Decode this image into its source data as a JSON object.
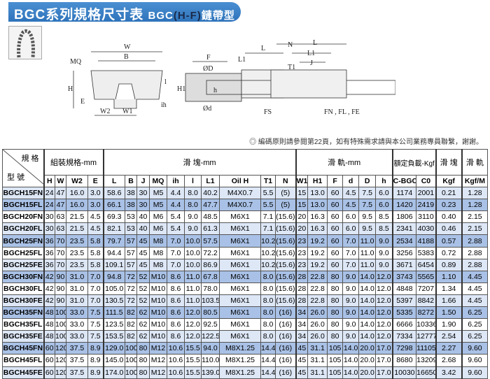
{
  "title": {
    "main": "BGC系列規格尺寸表",
    "sub_prefix": "BGC",
    "sub_mid": "(H-F)",
    "sub_suffix": "鏈帶型"
  },
  "drawing_labels": {
    "W": "W",
    "B": "B",
    "MQ": "MQ",
    "H": "H",
    "E": "E",
    "W2": "W2",
    "W1": "W1",
    "ih": "ih",
    "l": "l",
    "F": "F",
    "D": "ØD",
    "d": "Ød",
    "H1": "H1",
    "h": "h",
    "L1": "L1",
    "L": "L",
    "N": "N",
    "T1": "T1",
    "J": "J",
    "FS": "FS",
    "FNFLFE": "FN , FL , FE"
  },
  "note": "◎ 編碼原則請參閱第22頁，如有特殊需求請與本公司業務專員聯繫，謝謝。",
  "table": {
    "corner_top": "規 格",
    "corner_bottom": "型 號",
    "groups": [
      "組裝規格-mm",
      "滑 塊-mm",
      "滑 軌-mm",
      "額定負載-Kgf",
      "滑 塊",
      "滑 軌"
    ],
    "columns": [
      "H",
      "W",
      "W2",
      "E",
      "L",
      "B",
      "J",
      "MQ",
      "ih",
      "l",
      "L1",
      "Oil H",
      "T1",
      "N",
      "W1",
      "H1",
      "F",
      "d",
      "D",
      "h",
      "C-BGC",
      "C0",
      "Kgf",
      "Kgf/M"
    ],
    "rows": [
      [
        "BGCH15FN",
        "24",
        "47",
        "16.0",
        "3.0",
        "58.6",
        "38",
        "30",
        "M5",
        "4.4",
        "8.0",
        "40.2",
        "M4X0.7",
        "5.5",
        "(5)",
        "15",
        "13.0",
        "60",
        "4.5",
        "7.5",
        "6.0",
        "1174",
        "2001",
        "0.21",
        "1.28"
      ],
      [
        "BGCH15FL",
        "24",
        "47",
        "16.0",
        "3.0",
        "66.1",
        "38",
        "30",
        "M5",
        "4.4",
        "8.0",
        "47.7",
        "M4X0.7",
        "5.5",
        "(5)",
        "15",
        "13.0",
        "60",
        "4.5",
        "7.5",
        "6.0",
        "1420",
        "2419",
        "0.23",
        "1.28"
      ],
      [
        "BGCH20FN",
        "30",
        "63",
        "21.5",
        "4.5",
        "69.3",
        "53",
        "40",
        "M6",
        "5.4",
        "9.0",
        "48.5",
        "M6X1",
        "7.1",
        "(15.6)",
        "20",
        "16.3",
        "60",
        "6.0",
        "9.5",
        "8.5",
        "1806",
        "3110",
        "0.40",
        "2.15"
      ],
      [
        "BGCH20FL",
        "30",
        "63",
        "21.5",
        "4.5",
        "82.1",
        "53",
        "40",
        "M6",
        "5.4",
        "9.0",
        "61.3",
        "M6X1",
        "7.1",
        "(15.6)",
        "20",
        "16.3",
        "60",
        "6.0",
        "9.5",
        "8.5",
        "2341",
        "4030",
        "0.46",
        "2.15"
      ],
      [
        "BGCH25FN",
        "36",
        "70",
        "23.5",
        "5.8",
        "79.7",
        "57",
        "45",
        "M8",
        "7.0",
        "10.0",
        "57.5",
        "M6X1",
        "10.2",
        "(15.6)",
        "23",
        "19.2",
        "60",
        "7.0",
        "11.0",
        "9.0",
        "2534",
        "4188",
        "0.57",
        "2.88"
      ],
      [
        "BGCH25FL",
        "36",
        "70",
        "23.5",
        "5.8",
        "94.4",
        "57",
        "45",
        "M8",
        "7.0",
        "10.0",
        "72.2",
        "M6X1",
        "10.2",
        "(15.6)",
        "23",
        "19.2",
        "60",
        "7.0",
        "11.0",
        "9.0",
        "3256",
        "5383",
        "0.72",
        "2.88"
      ],
      [
        "BGCH25FE",
        "36",
        "70",
        "23.5",
        "5.8",
        "109.1",
        "57",
        "45",
        "M8",
        "7.0",
        "10.0",
        "86.9",
        "M6X1",
        "10.2",
        "(15.6)",
        "23",
        "19.2",
        "60",
        "7.0",
        "11.0",
        "9.0",
        "3671",
        "6454",
        "0.89",
        "2.88"
      ],
      [
        "BGCH30FN",
        "42",
        "90",
        "31.0",
        "7.0",
        "94.8",
        "72",
        "52",
        "M10",
        "8.6",
        "11.0",
        "67.8",
        "M6X1",
        "8.0",
        "(15.6)",
        "28",
        "22.8",
        "80",
        "9.0",
        "14.0",
        "12.0",
        "3743",
        "5565",
        "1.10",
        "4.45"
      ],
      [
        "BGCH30FL",
        "42",
        "90",
        "31.0",
        "7.0",
        "105.0",
        "72",
        "52",
        "M10",
        "8.6",
        "11.0",
        "78.0",
        "M6X1",
        "8.0",
        "(15.6)",
        "28",
        "22.8",
        "80",
        "9.0",
        "14.0",
        "12.0",
        "4848",
        "7207",
        "1.34",
        "4.45"
      ],
      [
        "BGCH30FE",
        "42",
        "90",
        "31.0",
        "7.0",
        "130.5",
        "72",
        "52",
        "M10",
        "8.6",
        "11.0",
        "103.5",
        "M6X1",
        "8.0",
        "(15.6)",
        "28",
        "22.8",
        "80",
        "9.0",
        "14.0",
        "12.0",
        "5397",
        "8842",
        "1.66",
        "4.45"
      ],
      [
        "BGCH35FN",
        "48",
        "100",
        "33.0",
        "7.5",
        "111.5",
        "82",
        "62",
        "M10",
        "8.6",
        "12.0",
        "80.5",
        "M6X1",
        "8.0",
        "(16)",
        "34",
        "26.0",
        "80",
        "9.0",
        "14.0",
        "12.0",
        "5335",
        "8272",
        "1.50",
        "6.25"
      ],
      [
        "BGCH35FL",
        "48",
        "100",
        "33.0",
        "7.5",
        "123.5",
        "82",
        "62",
        "M10",
        "8.6",
        "12.0",
        "92.5",
        "M6X1",
        "8.0",
        "(16)",
        "34",
        "26.0",
        "80",
        "9.0",
        "14.0",
        "12.0",
        "6666",
        "10336",
        "1.90",
        "6.25"
      ],
      [
        "BGCH35FE",
        "48",
        "100",
        "33.0",
        "7.5",
        "153.5",
        "82",
        "62",
        "M10",
        "8.6",
        "12.0",
        "122.5",
        "M6X1",
        "8.0",
        "(16)",
        "34",
        "26.0",
        "80",
        "9.0",
        "14.0",
        "12.0",
        "7334",
        "12777",
        "2.54",
        "6.25"
      ],
      [
        "BGCH45FN",
        "60",
        "120",
        "37.5",
        "8.9",
        "129.0",
        "100",
        "80",
        "M12",
        "10.6",
        "15.5",
        "94.0",
        "M8X1.25",
        "14.4",
        "(16)",
        "45",
        "31.1",
        "105",
        "14.0",
        "20.0",
        "17.0",
        "7298",
        "11105",
        "2.27",
        "9.60"
      ],
      [
        "BGCH45FL",
        "60",
        "120",
        "37.5",
        "8.9",
        "145.0",
        "100",
        "80",
        "M12",
        "10.6",
        "15.5",
        "110.0",
        "M8X1.25",
        "14.4",
        "(16)",
        "45",
        "31.1",
        "105",
        "14.0",
        "20.0",
        "17.0",
        "8680",
        "13209",
        "2.68",
        "9.60"
      ],
      [
        "BGCH45FE",
        "60",
        "120",
        "37.5",
        "8.9",
        "174.0",
        "100",
        "80",
        "M12",
        "10.6",
        "15.5",
        "139.0",
        "M8X1.25",
        "14.4",
        "(16)",
        "45",
        "31.1",
        "105",
        "14.0",
        "20.0",
        "17.0",
        "10030",
        "16650",
        "3.42",
        "9.60"
      ]
    ],
    "row_shades": [
      0,
      1,
      2,
      0,
      1,
      2,
      0,
      1,
      2,
      0,
      1,
      2,
      0,
      1,
      2,
      0
    ]
  }
}
